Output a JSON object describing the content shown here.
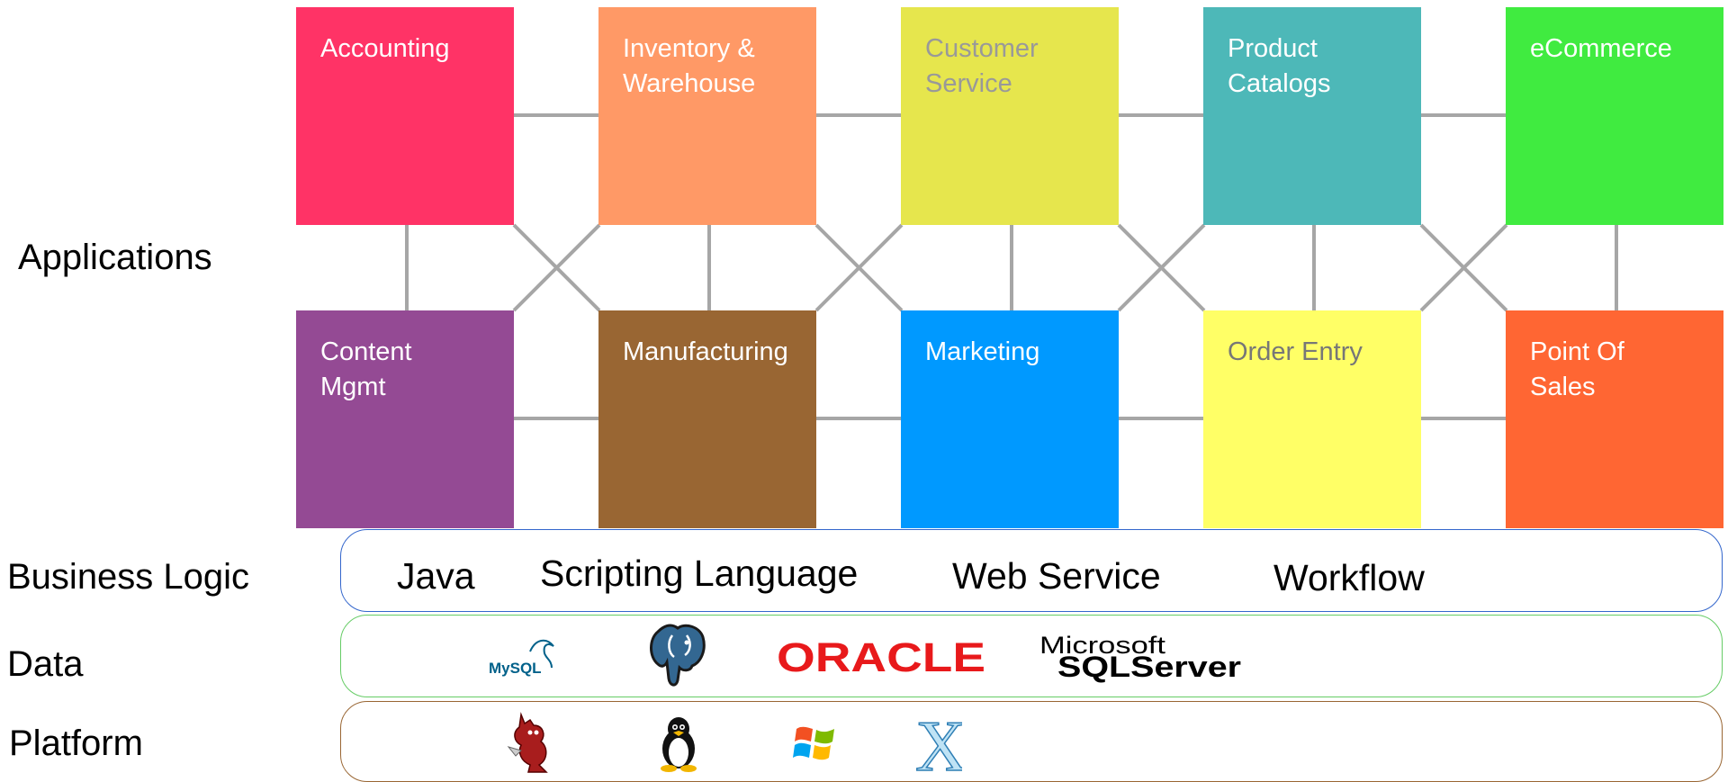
{
  "layers": {
    "applications": "Applications",
    "business_logic": "Business Logic",
    "data": "Data",
    "platform": "Platform"
  },
  "apps_top": [
    {
      "label": "Accounting",
      "color": "#ff3366",
      "text_color": "#ffffff"
    },
    {
      "label": "Inventory &\nWarehouse",
      "color": "#ff9966",
      "text_color": "#ffffff"
    },
    {
      "label": "Customer\nService",
      "color": "#e6e64d",
      "text_color": "#999999"
    },
    {
      "label": "Product\nCatalogs",
      "color": "#4db8b8",
      "text_color": "#ffffff"
    },
    {
      "label": "eCommerce",
      "color": "#40eb40",
      "text_color": "#ffffff"
    }
  ],
  "apps_bottom": [
    {
      "label": "Content\nMgmt",
      "color": "#944a94",
      "text_color": "#ffffff"
    },
    {
      "label": "Manufacturing",
      "color": "#996633",
      "text_color": "#ffffff"
    },
    {
      "label": "Marketing",
      "color": "#0099ff",
      "text_color": "#ffffff"
    },
    {
      "label": "Order Entry",
      "color": "#ffff66",
      "text_color": "#777777"
    },
    {
      "label": "Point Of\nSales",
      "color": "#ff6633",
      "text_color": "#ffffff"
    }
  ],
  "business_logic": {
    "border_color": "#3366cc",
    "items": [
      "Java",
      "Scripting Language",
      "Web Service",
      "Workflow"
    ]
  },
  "data_band": {
    "border_color": "#66cc66",
    "logos": [
      {
        "icon": "mysql-logo-icon",
        "text": "MySQL"
      },
      {
        "icon": "postgresql-elephant-icon",
        "text": ""
      },
      {
        "icon": "oracle-logo-icon",
        "text": "ORACLE"
      },
      {
        "icon": "sqlserver-logo-icon",
        "text": "Microsoft",
        "text2": "SQLServer"
      }
    ]
  },
  "platform_band": {
    "border_color": "#996633",
    "logos": [
      {
        "icon": "freebsd-daemon-icon"
      },
      {
        "icon": "linux-tux-icon"
      },
      {
        "icon": "windows-logo-icon"
      },
      {
        "icon": "mac-os-x-icon",
        "text": "X"
      }
    ]
  },
  "colors": {
    "connector": "#a6a6a6",
    "oracle_red": "#e8191b",
    "mysql_blue": "#00618a",
    "mysql_orange": "#e48e00"
  }
}
